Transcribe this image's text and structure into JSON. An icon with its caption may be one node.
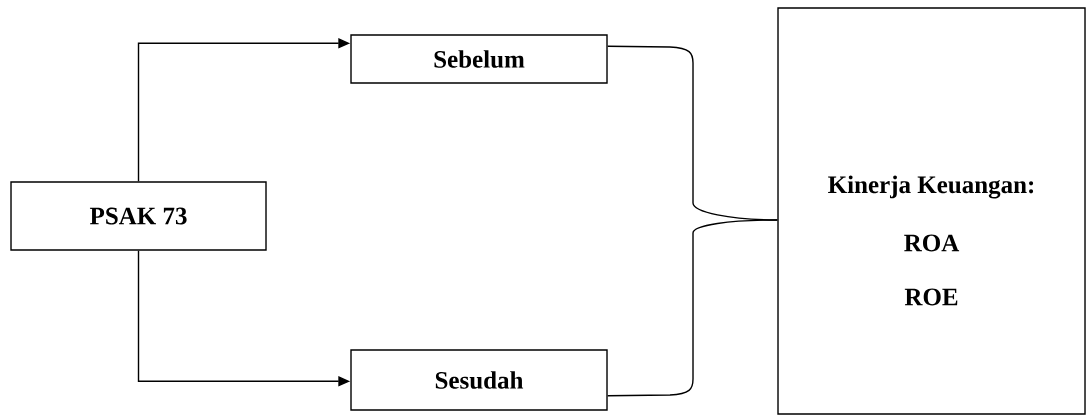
{
  "diagram": {
    "nodes": [
      {
        "text": [
          "PSAK 73"
        ]
      },
      {
        "text": [
          "Sebelum"
        ]
      },
      {
        "text": [
          "Sesudah"
        ]
      },
      {
        "text": [
          "Kinerja Keuangan:",
          "ROA",
          "ROE"
        ]
      }
    ],
    "edges": [
      {
        "from": 0,
        "to": 1,
        "arrow": "to"
      },
      {
        "from": 0,
        "to": 2,
        "arrow": "to"
      },
      {
        "from": 1,
        "to": 3,
        "arrow": "none"
      },
      {
        "from": 2,
        "to": 3,
        "arrow": "none"
      }
    ]
  }
}
